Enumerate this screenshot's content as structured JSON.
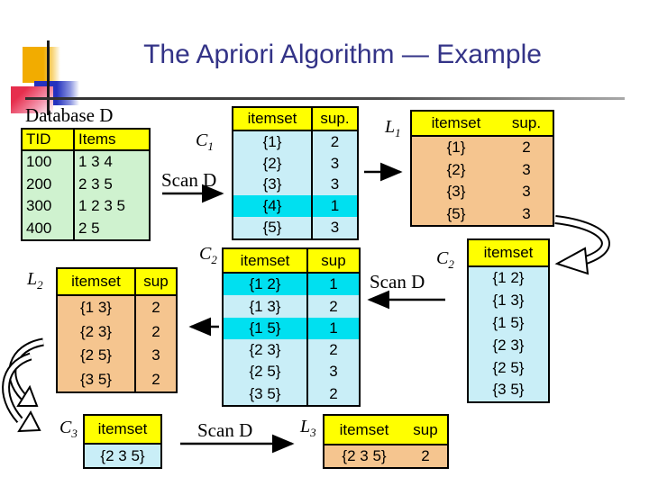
{
  "title": "The Apriori Algorithm — Example",
  "labels": {
    "database": "Database D",
    "scan_d": "Scan D",
    "c1": {
      "base": "C",
      "sub": "1"
    },
    "l1": {
      "base": "L",
      "sub": "1"
    },
    "c2": {
      "base": "C",
      "sub": "2"
    },
    "l2": {
      "base": "L",
      "sub": "2"
    },
    "c3": {
      "base": "C",
      "sub": "3"
    },
    "l3": {
      "base": "L",
      "sub": "3"
    }
  },
  "tables": {
    "db": {
      "headers": [
        "TID",
        "Items"
      ],
      "rows": [
        [
          "100",
          "1 3 4"
        ],
        [
          "200",
          "2 3 5"
        ],
        [
          "300",
          "1 2 3 5"
        ],
        [
          "400",
          "2 5"
        ]
      ]
    },
    "c1": {
      "headers": [
        "itemset",
        "sup."
      ],
      "rows": [
        [
          "{1}",
          "2"
        ],
        [
          "{2}",
          "3"
        ],
        [
          "{3}",
          "3"
        ],
        [
          "{4}",
          "1"
        ],
        [
          "{5}",
          "3"
        ]
      ],
      "highlight_rows": [
        3
      ]
    },
    "l1": {
      "headers": [
        "itemset",
        "sup."
      ],
      "rows": [
        [
          "{1}",
          "2"
        ],
        [
          "{2}",
          "3"
        ],
        [
          "{3}",
          "3"
        ],
        [
          "{5}",
          "3"
        ]
      ]
    },
    "c2_counts": {
      "headers": [
        "itemset",
        "sup"
      ],
      "rows": [
        [
          "{1 2}",
          "1"
        ],
        [
          "{1 3}",
          "2"
        ],
        [
          "{1 5}",
          "1"
        ],
        [
          "{2 3}",
          "2"
        ],
        [
          "{2 5}",
          "3"
        ],
        [
          "{3 5}",
          "2"
        ]
      ],
      "highlight_rows": [
        0,
        2
      ]
    },
    "l2": {
      "headers": [
        "itemset",
        "sup"
      ],
      "rows": [
        [
          "{1 3}",
          "2"
        ],
        [
          "{2 3}",
          "2"
        ],
        [
          "{2 5}",
          "3"
        ],
        [
          "{3 5}",
          "2"
        ]
      ]
    },
    "c2_candidates": {
      "headers": [
        "itemset"
      ],
      "rows": [
        [
          "{1 2}"
        ],
        [
          "{1 3}"
        ],
        [
          "{1 5}"
        ],
        [
          "{2 3}"
        ],
        [
          "{2 5}"
        ],
        [
          "{3 5}"
        ]
      ]
    },
    "c3": {
      "headers": [
        "itemset"
      ],
      "rows": [
        [
          "{2 3 5}"
        ]
      ]
    },
    "l3": {
      "headers": [
        "itemset",
        "sup"
      ],
      "rows": [
        [
          "{2 3 5}",
          "2"
        ]
      ]
    }
  },
  "colors": {
    "title_text": "#333387",
    "table_header": "#FFFF00",
    "candidate_row": "#C9EEF7",
    "infrequent_highlight": "#00E0F0",
    "frequent_row": "#F5C58F",
    "database_row": "#CFF2CF",
    "deco_gold": "#F2AC00",
    "deco_blue": "#2431BE",
    "deco_red": "#E62E4D"
  }
}
